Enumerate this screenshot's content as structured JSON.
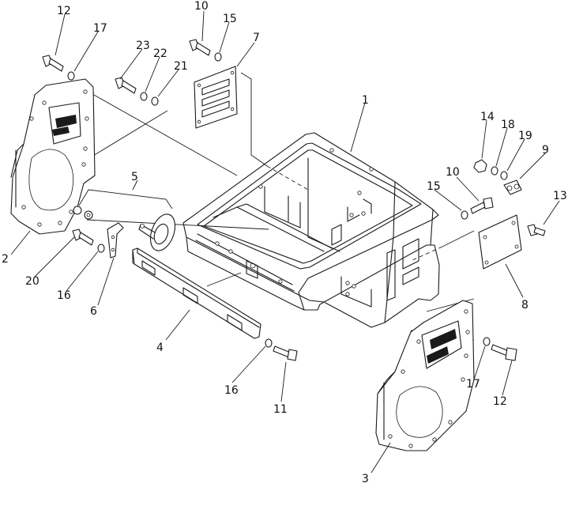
{
  "callouts": [
    {
      "id": "c1",
      "label": "1",
      "part": "frame"
    },
    {
      "id": "c2",
      "label": "2",
      "part": "left-side-plate"
    },
    {
      "id": "c3",
      "label": "3",
      "part": "right-side-plate"
    },
    {
      "id": "c4",
      "label": "4",
      "part": "front-bar"
    },
    {
      "id": "c5",
      "label": "5",
      "part": "horn-assembly"
    },
    {
      "id": "c6",
      "label": "6",
      "part": "bracket"
    },
    {
      "id": "c7",
      "label": "7",
      "part": "louvered-cover"
    },
    {
      "id": "c8",
      "label": "8",
      "part": "cover-plate"
    },
    {
      "id": "c9",
      "label": "9",
      "part": "clamp"
    },
    {
      "id": "c10a",
      "label": "10",
      "part": "bolt"
    },
    {
      "id": "c10b",
      "label": "10",
      "part": "bolt"
    },
    {
      "id": "c11",
      "label": "11",
      "part": "bolt"
    },
    {
      "id": "c12a",
      "label": "12",
      "part": "bolt"
    },
    {
      "id": "c12b",
      "label": "12",
      "part": "bolt"
    },
    {
      "id": "c13",
      "label": "13",
      "part": "bolt"
    },
    {
      "id": "c14",
      "label": "14",
      "part": "nut"
    },
    {
      "id": "c15a",
      "label": "15",
      "part": "washer"
    },
    {
      "id": "c15b",
      "label": "15",
      "part": "washer"
    },
    {
      "id": "c16a",
      "label": "16",
      "part": "washer"
    },
    {
      "id": "c16b",
      "label": "16",
      "part": "washer"
    },
    {
      "id": "c17a",
      "label": "17",
      "part": "washer"
    },
    {
      "id": "c17b",
      "label": "17",
      "part": "washer"
    },
    {
      "id": "c18",
      "label": "18",
      "part": "washer"
    },
    {
      "id": "c19",
      "label": "19",
      "part": "washer"
    },
    {
      "id": "c20",
      "label": "20",
      "part": "bolt"
    },
    {
      "id": "c21",
      "label": "21",
      "part": "washer"
    },
    {
      "id": "c22",
      "label": "22",
      "part": "washer"
    },
    {
      "id": "c23",
      "label": "23",
      "part": "bolt"
    }
  ]
}
